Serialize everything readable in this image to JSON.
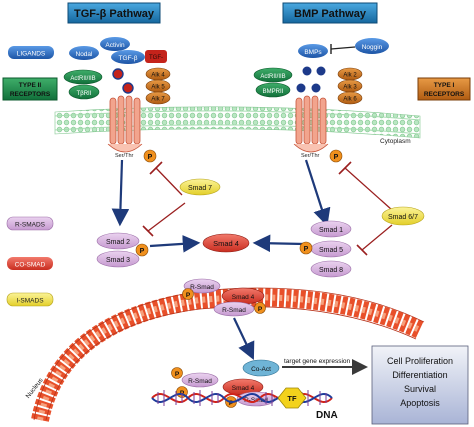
{
  "pathways": {
    "tgf_title": "TGF-β Pathway",
    "bmp_title": "BMP Pathway"
  },
  "side_labels": {
    "ligands": "LIGANDS",
    "type2_line1": "TYPE II",
    "type2_line2": "RECEPTORS",
    "type1_line1": "TYPE I",
    "type1_line2": "RECEPTORS",
    "rsmads": "R-SMADS",
    "cosmad": "CO-SMAD",
    "ismads": "I-SMADS"
  },
  "tgf_ligands": [
    "Activin",
    "Nodal",
    "TGF-β"
  ],
  "tgf_ligand_cut": "TGF-",
  "bmp_ligands": [
    "BMPs",
    "Noggin"
  ],
  "tgf_type2": [
    "ActRII/IIB",
    "TβRII"
  ],
  "bmp_type2": [
    "ActRII/IIB",
    "BMPRII"
  ],
  "tgf_type1": [
    "Alk 4",
    "Alk 5",
    "Alk 7"
  ],
  "bmp_type1": [
    "Alk 2",
    "Alk 3",
    "Alk 6"
  ],
  "membrane": {
    "cytoplasm": "Cytoplasm",
    "serthr_left": "Ser/Thr",
    "serthr_right": "Ser/Thr"
  },
  "phospho": "P",
  "smads": {
    "smad7": "Smad 7",
    "smad67": "Smad 6/7",
    "smad2": "Smad 2",
    "smad3": "Smad 3",
    "smad4": "Smad 4",
    "smad1": "Smad 1",
    "smad5": "Smad 5",
    "smad8": "Smad 8"
  },
  "complex": {
    "rsmad_a": "R-Smad",
    "smad4": "Smad 4",
    "rsmad_b": "R-Smad"
  },
  "nucleus": {
    "label": "Nucleus",
    "coact": "Co-Act",
    "rsmad_a": "R-Smad",
    "smad4": "Smad 4",
    "rsmad_b": "R-Smad",
    "tf": "TF",
    "dna": "DNA",
    "target_gene": "target gene expression"
  },
  "outcome": [
    "Cell Proliferation",
    "Differentiation",
    "Survival",
    "Apoptosis"
  ],
  "colors": {
    "title_bg": "#1f7fbf",
    "ligand_blue": "#2a6fc4",
    "receptor_green": "#1b8a4a",
    "type1_orange": "#c9721c",
    "smad_pink": "#d9b3df",
    "smad4_red": "#e5483a",
    "inhibitor_yellow": "#f3e65a",
    "phospho_orange": "#f0901d",
    "nucleus_orange": "#e8502a",
    "membrane_green": "#8fd49b"
  }
}
